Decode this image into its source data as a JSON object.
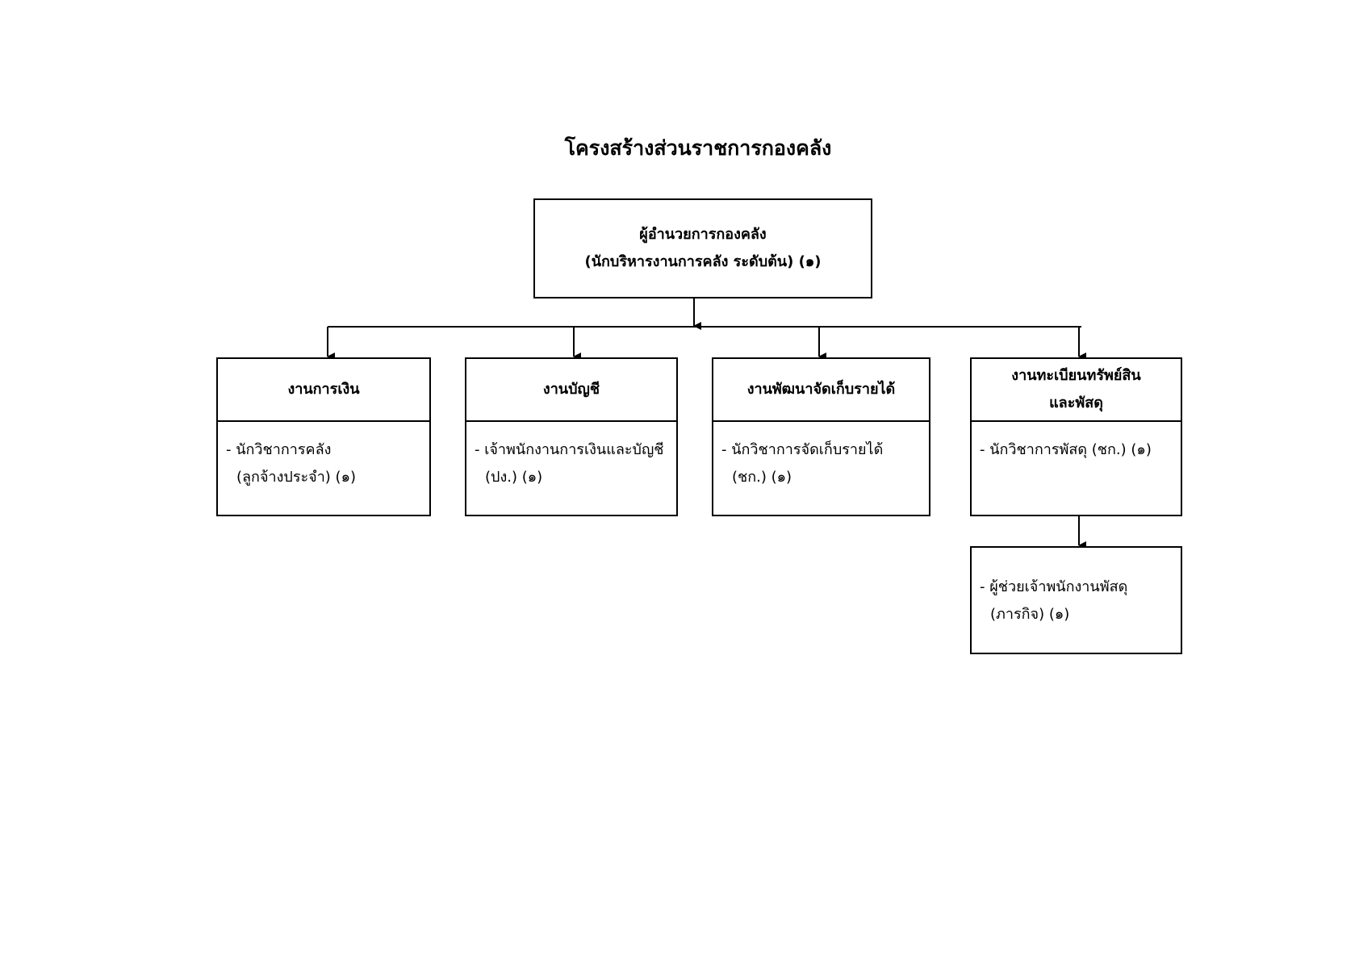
{
  "title": "โครงสร้างส่วนราชการกองคลัง",
  "director": {
    "line1": "ผู้อำนวยการกองคลัง",
    "line2": "(นักบริหารงานการคลัง ระดับต้น) (๑)"
  },
  "units": [
    {
      "heading": [
        "งานการเงิน"
      ],
      "staff": [
        "- นักวิชาการคลัง",
        "(ลูกจ้างประจำ) (๑)"
      ]
    },
    {
      "heading": [
        "งานบัญชี"
      ],
      "staff": [
        "- เจ้าพนักงานการเงินและบัญชี",
        "(ปง.) (๑)"
      ]
    },
    {
      "heading": [
        "งานพัฒนาจัดเก็บรายได้"
      ],
      "staff": [
        "- นักวิชาการจัดเก็บรายได้",
        "(ชก.) (๑)"
      ]
    },
    {
      "heading": [
        "งานทะเบียนทรัพย์สิน",
        "และพัสดุ"
      ],
      "staff": [
        "- นักวิชาการพัสดุ (ชก.) (๑)"
      ]
    }
  ],
  "sub_unit": {
    "staff": [
      "- ผู้ช่วยเจ้าพนักงานพัสดุ",
      "(ภารกิจ) (๑)"
    ]
  }
}
